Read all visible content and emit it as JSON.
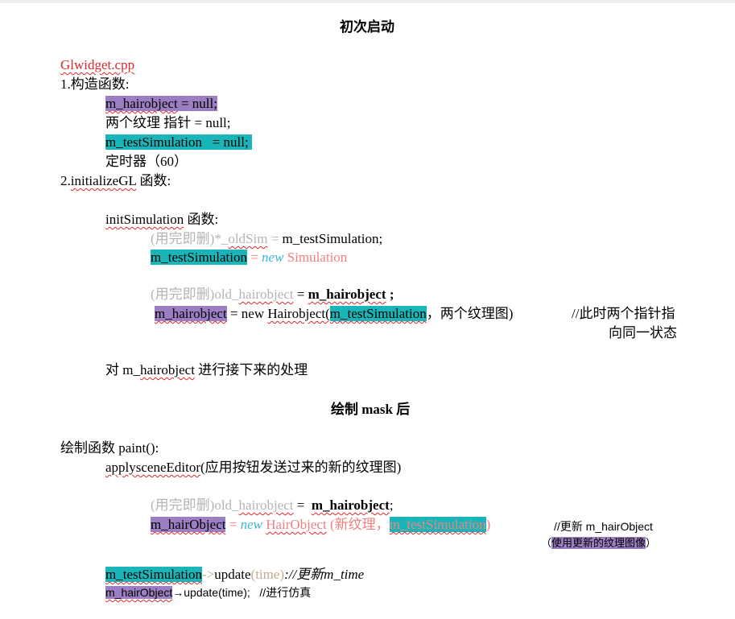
{
  "section1": {
    "heading": "初次启动",
    "filename": "Glwidget.cpp",
    "item1": "1.构造函数:",
    "hair_assign_a": "m_hairobject",
    "hair_assign_b": " = null;",
    "texture_ptrs": "两个纹理 指针 = null;",
    "testsim_assign_a": "m_testSimulation",
    "testsim_assign_b": "   = null;",
    "timer": "定时器（60）",
    "item2_a": "2.",
    "item2_b": "initializeGL",
    "item2_c": " 函数:",
    "initsim_a": "initSimulation",
    "initsim_b": " 函数:",
    "oldsim_a": "(用完即删)*_",
    "oldsim_b": "oldSim",
    "oldsim_c": " = ",
    "oldsim_d": "m_testSimulation;",
    "newsim_a": "m_testSimulation",
    "newsim_b": " = ",
    "newsim_c": "new",
    "newsim_d": " Simulation",
    "oldhair_a": "(用完即删)old_",
    "oldhair_b": "hairobject",
    "oldhair_c": " = ",
    "oldhair_d": "m_hairobject",
    "oldhair_e": " ;",
    "newhair_a": "m_hairobject",
    "newhair_b": " = new ",
    "newhair_c": "Hairobject(",
    "newhair_d": "m_testSimulation",
    "newhair_e": "，两个纹理图)",
    "newhair_comment": "//此时两个指针指",
    "newhair_comment2": "向同一状态",
    "process_a": "对 m_",
    "process_b": "hairobject",
    "process_c": " 进行接下来的处理"
  },
  "section2": {
    "heading": "绘制 mask 后",
    "paint": "绘制函数 paint():",
    "apply_a": "applysceneEditor",
    "apply_b": "(应用按钮发送过来的新的纹理图)",
    "old_a": "(用完即删)old_",
    "old_b": "hairobject",
    "old_c": " =  ",
    "old_d": "m_hairobject",
    "old_e": ";",
    "new_a": "m_hairObject",
    "new_b": " = ",
    "new_c": "new",
    "new_d": " ",
    "new_e": "HairObject",
    "new_f": " (新纹理，",
    "new_g": "m_testSimulation",
    "new_h": ")",
    "comment1": "//更新 m_hairObject",
    "comment2_a": "（",
    "comment2_b": "使用更新的纹理图像",
    "comment2_c": "）",
    "upd_a": "m_testSimulation",
    "upd_b": "->",
    "upd_c": "update",
    "upd_d": "(time)",
    "upd_e": "://更新m_time",
    "sim_a": "m_hairObject",
    "sim_b": "→update(time);   //进行仿真"
  }
}
